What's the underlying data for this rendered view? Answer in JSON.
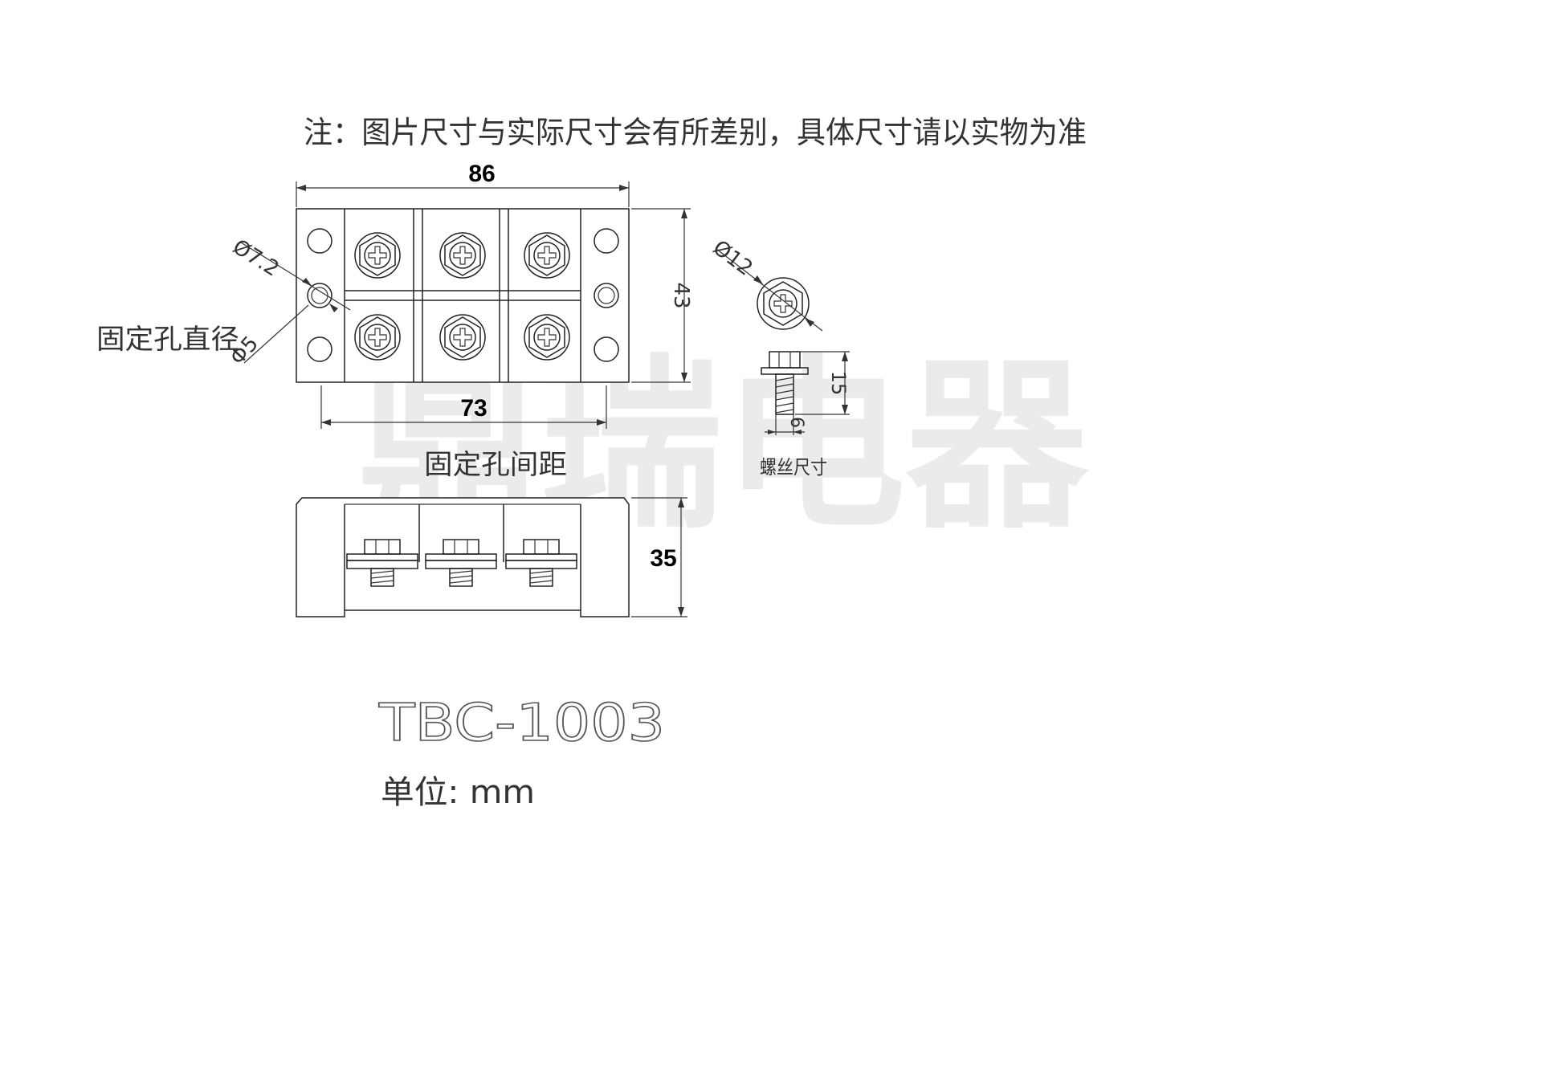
{
  "note": "注：图片尺寸与实际尺寸会有所差别，具体尺寸请以实物为准",
  "watermark": "鼎瑞电器",
  "dimensions": {
    "overall_width": "86",
    "height": "43",
    "hole_spacing": "73",
    "depth": "35",
    "screw_length": "15",
    "screw_diameter": "6"
  },
  "annotations": {
    "hole_diameter_value": "Ø7.2",
    "hole_diameter_label": "固定孔直径",
    "hole_diameter_phi": "Φ5",
    "head_diameter_value": "Ø12",
    "hole_spacing_label": "固定孔间距",
    "screw_label": "螺丝尺寸"
  },
  "model": "TBC-1003",
  "unit": "单位: mm"
}
